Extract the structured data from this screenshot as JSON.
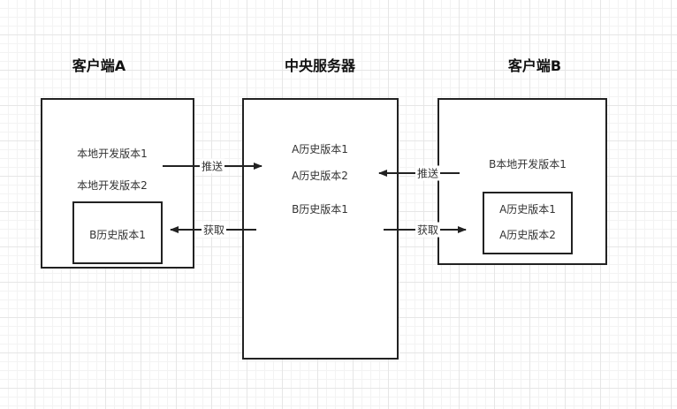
{
  "colors": {
    "stroke": "#222222",
    "text": "#333333",
    "grid": "#e6e6e6",
    "background": "#ffffff"
  },
  "client_a": {
    "title": "客户端A",
    "items": [
      "本地开发版本1",
      "本地开发版本2"
    ],
    "inner_items": [
      "B历史版本1"
    ]
  },
  "server": {
    "title": "中央服务器",
    "items": [
      "A历史版本1",
      "A历史版本2",
      "B历史版本1"
    ]
  },
  "client_b": {
    "title": "客户端B",
    "items": [
      "B本地开发版本1"
    ],
    "inner_items": [
      "A历史版本1",
      "A历史版本2"
    ]
  },
  "edges": {
    "a_push": "推送",
    "a_fetch": "获取",
    "b_push": "推送",
    "b_fetch": "获取"
  }
}
